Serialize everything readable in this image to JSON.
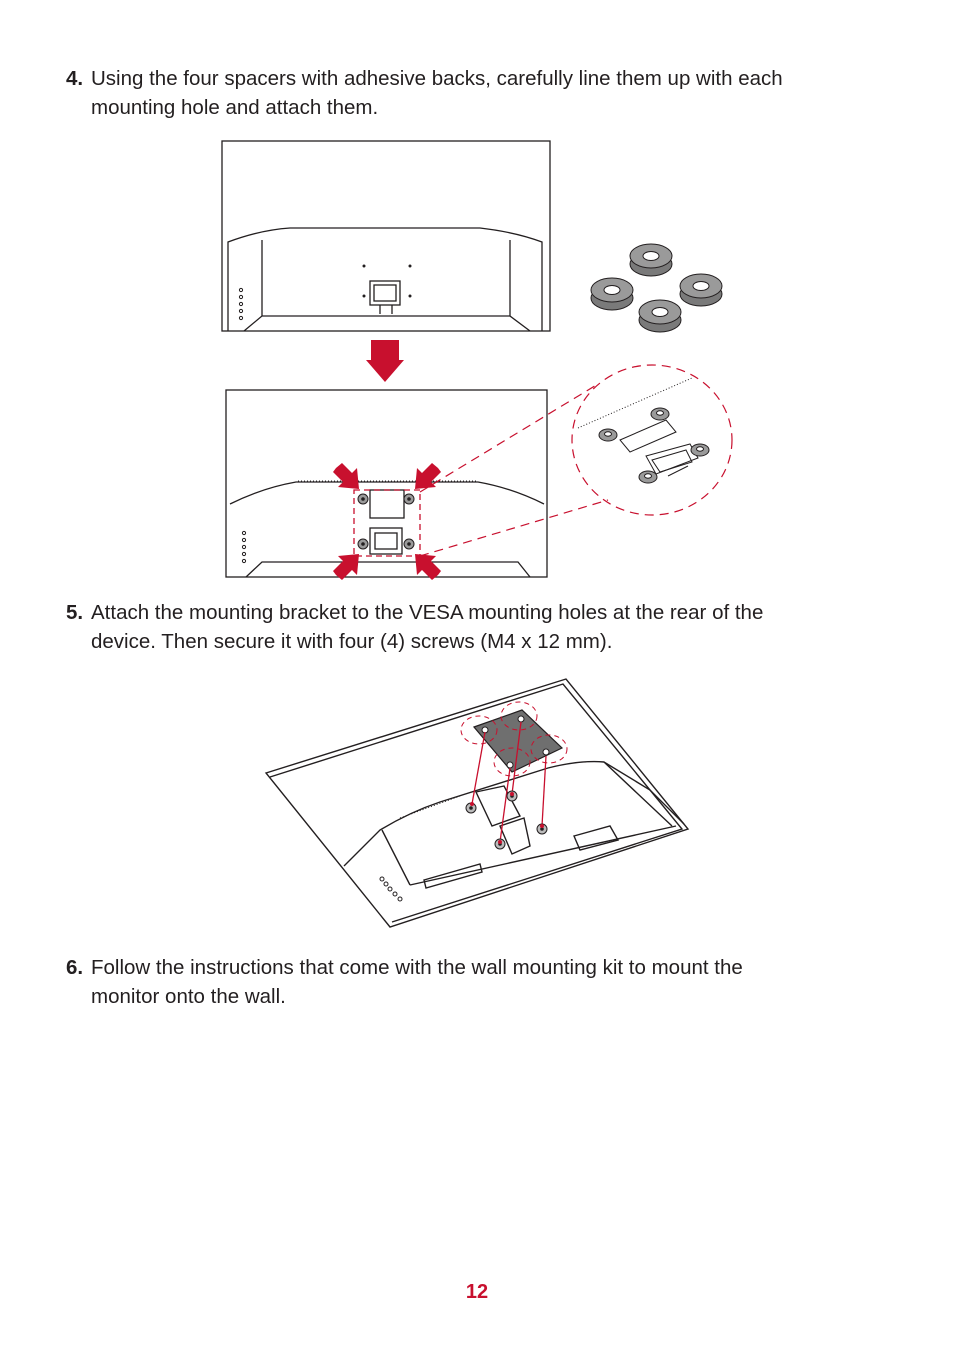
{
  "steps": [
    {
      "number": "4.",
      "line1": "Using the four spacers with adhesive backs, carefully line them up with each",
      "line2": "mounting hole and attach them."
    },
    {
      "number": "5.",
      "line1": "Attach the mounting bracket to the VESA mounting holes at the rear of the",
      "line2": "device. Then secure it with four (4) screws (M4 x 12 mm)."
    },
    {
      "number": "6.",
      "line1": "Follow the instructions that come with the wall mounting kit to mount the",
      "line2": "monitor onto the wall."
    }
  ],
  "page_number": "12",
  "colors": {
    "accent": "#c8102e",
    "line": "#231f20",
    "spacer_gray": "#808080"
  }
}
